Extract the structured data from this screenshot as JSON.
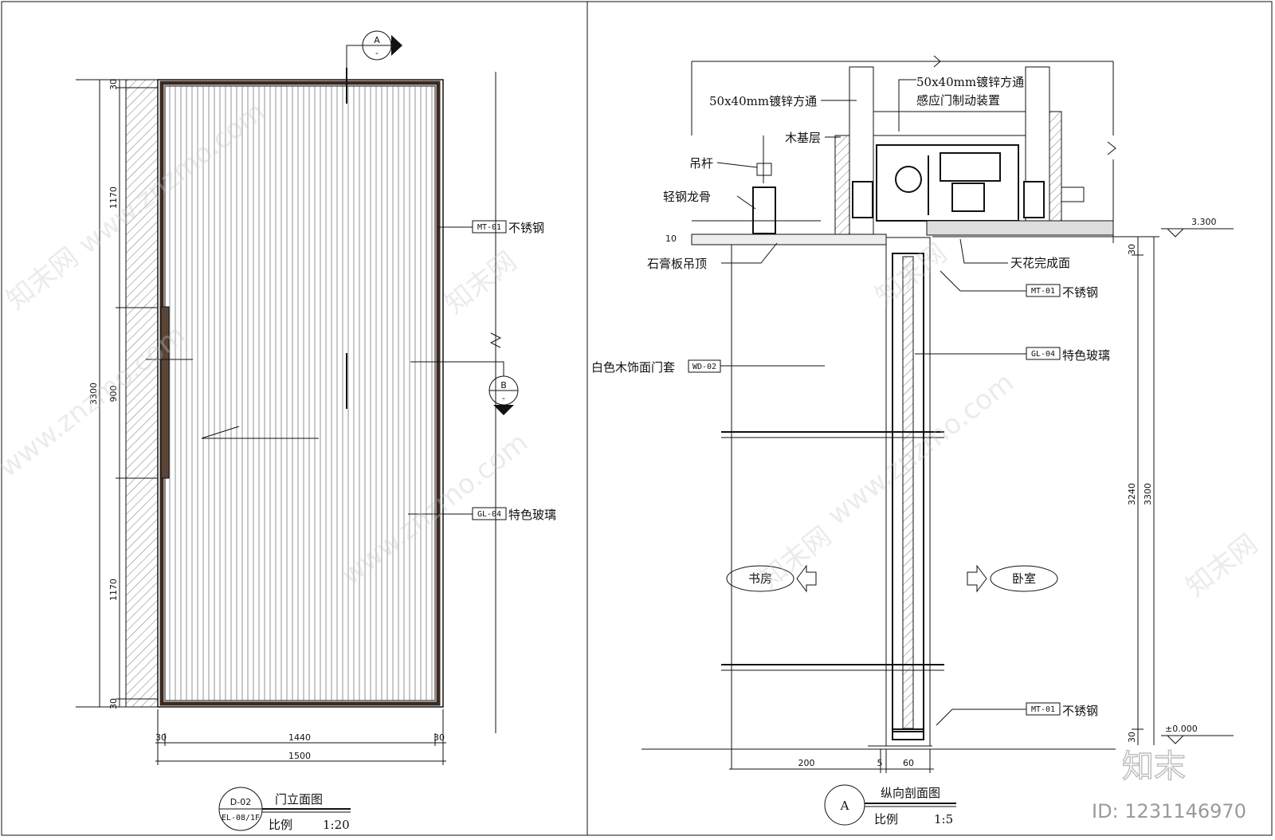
{
  "left_drawing": {
    "title": "门立面图",
    "scale_label": "比例",
    "scale_value": "1:20",
    "tag_top": "D-02",
    "tag_bottom": "EL-08/1F",
    "section_a": "A",
    "section_b": "B",
    "section_dash": "-",
    "callout_mt": {
      "code": "MT-01",
      "text": "不锈钢"
    },
    "callout_gl": {
      "code": "GL-04",
      "text": "特色玻璃"
    },
    "dims_vertical": [
      "30",
      "1170",
      "900",
      "1170",
      "30",
      "3300"
    ],
    "dims_horizontal": [
      "30",
      "1440",
      "30",
      "1500"
    ]
  },
  "right_drawing": {
    "title": "纵向剖面图",
    "scale_label": "比例",
    "scale_value": "1:5",
    "tag": "A",
    "labels": {
      "tube_left": "50x40mm镀锌方通",
      "tube_right": "50x40mm镀锌方通",
      "door_device": "感应门制动装置",
      "wood_base": "木基层",
      "hanger": "吊杆",
      "keel": "轻钢龙骨",
      "gypsum": "石膏板吊顶",
      "ceiling_finish": "天花完成面",
      "door_frame": "白色木饰面门套",
      "room_left": "书房",
      "room_right": "卧室"
    },
    "callout_wd": "WD-02",
    "callout_mt_top": {
      "code": "MT-01",
      "text": "不锈钢"
    },
    "callout_gl": {
      "code": "GL-04",
      "text": "特色玻璃"
    },
    "callout_mt_bottom": {
      "code": "MT-01",
      "text": "不锈钢"
    },
    "elev_top": "3.300",
    "elev_bottom": "±0.000",
    "dims": {
      "d10": "10",
      "d30a": "30",
      "d30b": "30",
      "d3240": "3240",
      "d3300": "3300",
      "d200": "200",
      "d5": "5",
      "d60": "60"
    }
  },
  "watermark": {
    "site": "www.znzmo.com",
    "brand": "知末网",
    "logo": "知末",
    "id_text": "ID: 1231146970"
  }
}
